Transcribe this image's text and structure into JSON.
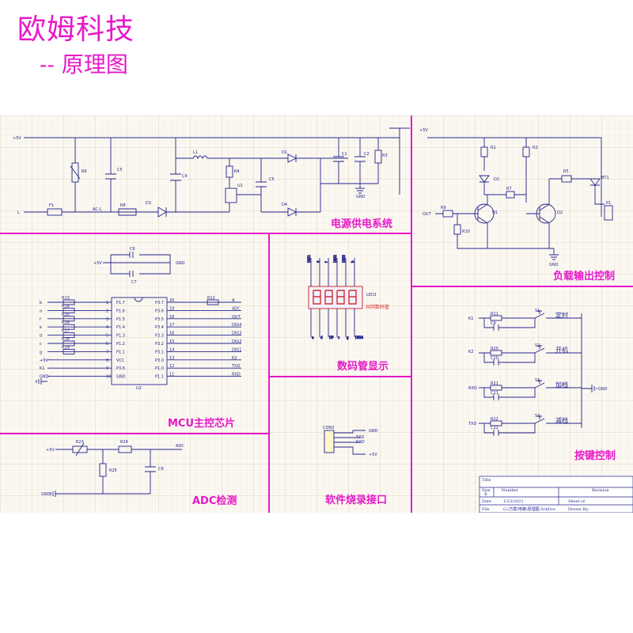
{
  "header": {
    "title": "欧姆科技",
    "subtitle": "-- 原理图"
  },
  "sections": {
    "power": "电源供电系统",
    "load": "负载输出控制",
    "mcu": "MCU主控芯片",
    "display": "数码管显示",
    "keys": "按键控制",
    "adc": "ADC检测",
    "prog": "软件烧录接口"
  },
  "power": {
    "net_5v": "+5V",
    "net_l": "L",
    "r6": "R6",
    "c5a": "C5",
    "f1": "F1",
    "acl": "AC-L",
    "r8": "R8",
    "d3": "D3",
    "l1": "L1",
    "c4": "C4",
    "r4": "R4",
    "u1": "U1",
    "c5b": "C5",
    "d1": "D1",
    "d4": "D4",
    "c1": "C1",
    "c2": "C2",
    "r3": "R3",
    "gnd": "GND"
  },
  "load": {
    "net_5v": "+5V",
    "r1": "R1",
    "r2": "R2",
    "d2": "D2",
    "r7": "R7",
    "r5": "R5",
    "bt1": "BT1",
    "out": "OUT",
    "r9": "R9",
    "q1": "Q1",
    "q2": "Q2",
    "r10": "R10",
    "p1": "P1",
    "gnd": "GND"
  },
  "mcu": {
    "net_5v": "+5V",
    "gnd": "GND",
    "c6": "C6",
    "c7": "C7",
    "u2": "U2",
    "r12": "R12",
    "left_pins": [
      "b",
      "a",
      "f",
      "e",
      "d",
      "c",
      "g",
      "+5V",
      "K1",
      "GND"
    ],
    "left_res": [
      "R13",
      "R14",
      "R15",
      "R16",
      "R17",
      "R18",
      "R19"
    ],
    "left_pin_names": [
      "P1.7",
      "P1.6",
      "P1.5",
      "P1.4",
      "P1.3",
      "P1.2",
      "P1.1",
      "VCC",
      "P3.6",
      "GND"
    ],
    "right_pin_names": [
      "P3.7",
      "P3.6",
      "P3.5",
      "P3.4",
      "P3.3",
      "P3.2",
      "P3.1",
      "P3.0",
      "P1.0",
      "P1.1"
    ],
    "right_nums": [
      "20",
      "19",
      "18",
      "17",
      "16",
      "15",
      "14",
      "13",
      "12",
      "11"
    ],
    "left_nums": [
      "1",
      "2",
      "3",
      "4",
      "5",
      "6",
      "7",
      "8",
      "9",
      "10"
    ],
    "right_nets": [
      "A",
      "ADC",
      "OUT",
      "DIG4",
      "DIG3",
      "DIG2",
      "DIG1",
      "K2",
      "TXD",
      "RXD"
    ]
  },
  "display": {
    "led": "LED1",
    "label": "共阴数码管",
    "top_pins": [
      "DIG1",
      "a",
      "f",
      "DIG2",
      "DIG3",
      "b"
    ],
    "bottom_pins": [
      "e",
      "d",
      "DP",
      "c",
      "g",
      "DIG4"
    ]
  },
  "keys": {
    "k1": "K1",
    "k2": "K2",
    "rxd": "RXD",
    "txd": "TXD",
    "gnd": "GND",
    "r11": "R11",
    "r20": "R20",
    "r21": "R21",
    "r22": "R22",
    "c9": "C9",
    "c10": "C10",
    "c11": "C11",
    "c12": "C12",
    "s1": "S1",
    "s2": "S2",
    "s3": "S3",
    "s4": "S4",
    "b1": "定时",
    "b2": "开机",
    "b3": "加档",
    "b4": "减档"
  },
  "adc": {
    "net_5v": "+5V",
    "r23": "R23",
    "r24": "R24",
    "r25": "R25",
    "c8": "C8",
    "adc": "ADC",
    "gnd": "GND"
  },
  "prog": {
    "con": "CON3",
    "gnd": "GND",
    "txd": "TXD",
    "rxd": "RXD",
    "v5": "+5V"
  },
  "titleblock": {
    "title": "Title",
    "size": "Size",
    "size_val": "B",
    "number": "Number",
    "revision": "Revision",
    "date": "Date",
    "date_val": "1/23/2021",
    "sheet": "Sheet of",
    "file": "File",
    "file_val": "G:\\方案\\电路\\原理图.SchDoc",
    "drawn": "Drawn By:"
  }
}
